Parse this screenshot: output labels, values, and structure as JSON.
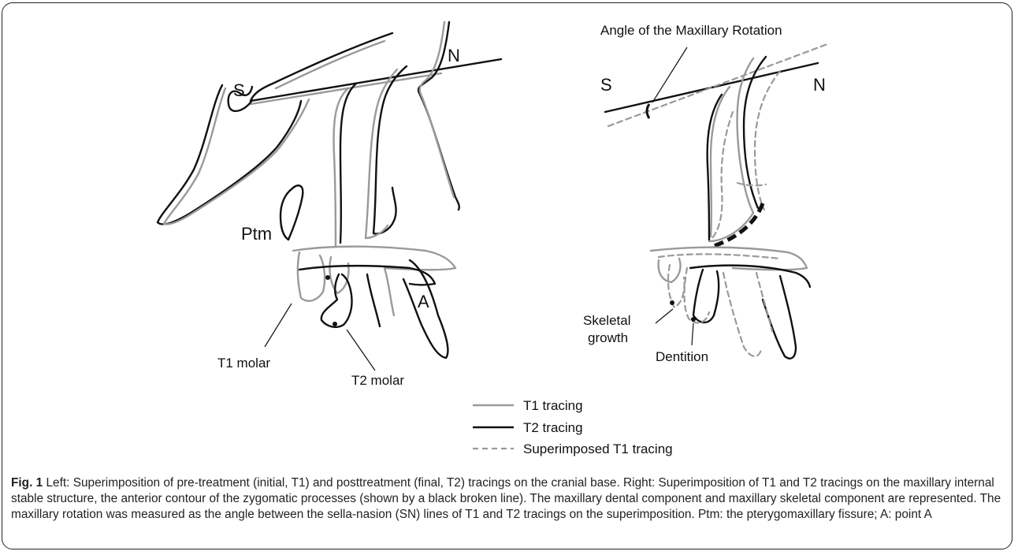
{
  "figure": {
    "left_labels": {
      "s": "S",
      "n": "N",
      "ptm": "Ptm",
      "a": "A",
      "t1_molar": "T1 molar",
      "t2_molar": "T2 molar"
    },
    "right_labels": {
      "angle_title": "Angle of the Maxillary Rotation",
      "s": "S",
      "n": "N",
      "skeletal_line1": "Skeletal",
      "skeletal_line2": "growth",
      "dentition": "Dentition"
    },
    "legend": [
      {
        "label": "T1 tracing",
        "style": "gray-solid",
        "color": "#9a9a9a"
      },
      {
        "label": "T2 tracing",
        "style": "black-solid",
        "color": "#111111"
      },
      {
        "label": "Superimposed T1 tracing",
        "style": "gray-dashed",
        "color": "#9a9a9a"
      }
    ]
  },
  "caption": {
    "fig_number": "Fig. 1",
    "text": " Left: Superimposition of pre-treatment (initial, T1) and posttreatment (final, T2) tracings on the cranial base. Right: Superimposition of T1 and T2 tracings on the maxillary internal stable structure, the anterior contour of the zygomatic processes (shown by a black broken line). The maxillary dental component and maxillary skeletal component are represented. The maxillary rotation was measured as the angle between the sella-nasion (SN) lines of T1 and T2 tracings on the superimposition. Ptm: the pterygomaxillary fissure; A: point A"
  }
}
